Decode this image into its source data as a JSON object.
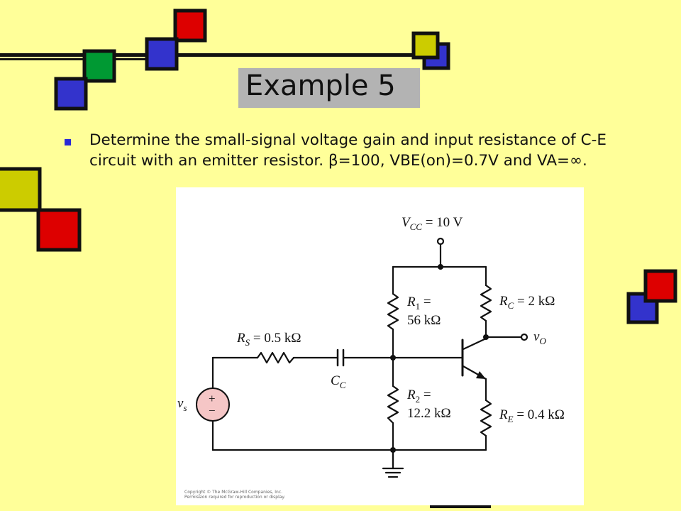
{
  "slide": {
    "title": "Example 5",
    "bullet_text": "Determine the small-signal voltage gain and input resistance of C-E circuit with an emitter resistor. β=100, VBE(on)=0.7V and VA=∞."
  },
  "circuit": {
    "vcc_label": "V",
    "vcc_sub": "CC",
    "vcc_value": " = 10 V",
    "r1_name": "R",
    "r1_sub": "1",
    "r1_eq": " =",
    "r1_value": "56 kΩ",
    "r2_name": "R",
    "r2_sub": "2",
    "r2_eq": " =",
    "r2_value": "12.2 kΩ",
    "rc_name": "R",
    "rc_sub": "C",
    "rc_value": " = 2 kΩ",
    "re_name": "R",
    "re_sub": "E",
    "re_value": " = 0.4 kΩ",
    "rs_name": "R",
    "rs_sub": "S",
    "rs_value": " = 0.5 kΩ",
    "cc_name": "C",
    "cc_sub": "C",
    "vs_name": "v",
    "vs_sub": "s",
    "vo_name": "v",
    "vo_sub": "O",
    "plus": "+",
    "minus": "−",
    "copyright_line1": "Copyright © The McGraw-Hill Companies, Inc.",
    "copyright_line2": "Permission required for reproduction or display."
  },
  "colors": {
    "background": "#ffff99",
    "title_box": "#b3b3b3",
    "square_blue": "#3333cc",
    "square_green": "#009933",
    "square_red": "#dd0000",
    "square_yellow": "#cccc00",
    "source_fill": "#f5c6c6"
  }
}
